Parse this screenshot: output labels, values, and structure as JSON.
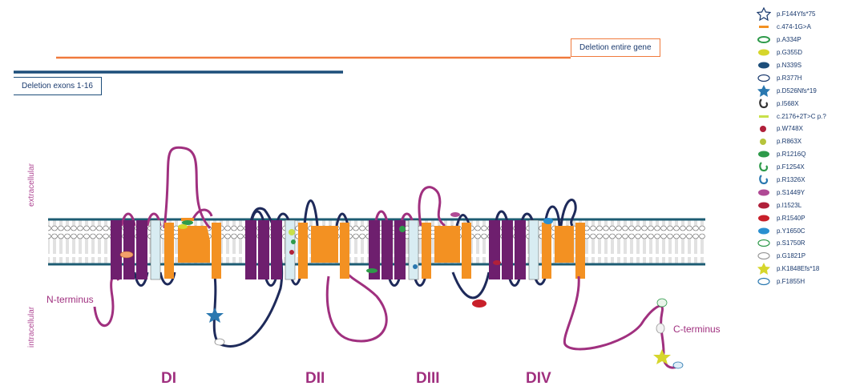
{
  "deletions": [
    {
      "label": "Deletion entire gene",
      "color": "#f07a3c"
    },
    {
      "label": "Deletion exons 1-16",
      "color": "#1d4e7a"
    }
  ],
  "regions": {
    "extracellular": "extracellular",
    "intracellular": "intracellular"
  },
  "termini": {
    "n": "N-terminus",
    "c": "C-terminus"
  },
  "domains": [
    "DI",
    "DII",
    "DIII",
    "DIV"
  ],
  "colors": {
    "segment": "#6e1f6e",
    "voltage_sensor": "#f39122",
    "s4": "#d8ecf2",
    "loop": "#a0307f",
    "linker": "#1e2a5a",
    "membrane": "#1d5c73"
  },
  "legend": [
    {
      "label": "p.F144Yfs*75",
      "icon": "outline-star-icon",
      "color": "#1a3a6e"
    },
    {
      "label": "c.474-1G>A",
      "icon": "bar-marker-icon",
      "color": "#f39122"
    },
    {
      "label": "p.A334P",
      "icon": "pill-marker-icon",
      "color": "#2e9a4a"
    },
    {
      "label": "p.G355D",
      "icon": "oval-marker-icon",
      "color": "#d6d62c"
    },
    {
      "label": "p.N339S",
      "icon": "oval-marker-icon",
      "color": "#1d4e7a"
    },
    {
      "label": "p.R377H",
      "icon": "oval-outline-icon",
      "color": "#1a3a6e"
    },
    {
      "label": "p.D526Nfs*19",
      "icon": "star-icon",
      "color": "#2a78b0"
    },
    {
      "label": "p.I568X",
      "icon": "hook-marker-icon",
      "color": "#333333"
    },
    {
      "label": "c.2176+2T>C p.?",
      "icon": "bar-marker-icon",
      "color": "#c8e04a"
    },
    {
      "label": "p.W748X",
      "icon": "dot-marker-icon",
      "color": "#b0203a"
    },
    {
      "label": "p.R863X",
      "icon": "dot-marker-icon",
      "color": "#b6c43c"
    },
    {
      "label": "p.R1216Q",
      "icon": "oval-marker-icon",
      "color": "#2e9a4a"
    },
    {
      "label": "p.F1254X",
      "icon": "hook-marker-icon",
      "color": "#2e9a4a"
    },
    {
      "label": "p.R1326X",
      "icon": "hook-marker-icon",
      "color": "#2a78b0"
    },
    {
      "label": "p.S1449Y",
      "icon": "oval-marker-icon",
      "color": "#b04a95"
    },
    {
      "label": "p.I1523L",
      "icon": "oval-marker-icon",
      "color": "#b0203a"
    },
    {
      "label": "p.R1540P",
      "icon": "oval-marker-icon",
      "color": "#c8202a"
    },
    {
      "label": "p.Y1650C",
      "icon": "oval-marker-icon",
      "color": "#2a8fd0"
    },
    {
      "label": "p.S1750R",
      "icon": "oval-outline-icon",
      "color": "#2e9a4a"
    },
    {
      "label": "p.G1821P",
      "icon": "oval-outline-icon",
      "color": "#9a9a9a"
    },
    {
      "label": "p.K1848Efs*18",
      "icon": "star-icon",
      "color": "#d6d62c"
    },
    {
      "label": "p.F1855H",
      "icon": "oval-outline-icon",
      "color": "#2a78b0"
    }
  ]
}
